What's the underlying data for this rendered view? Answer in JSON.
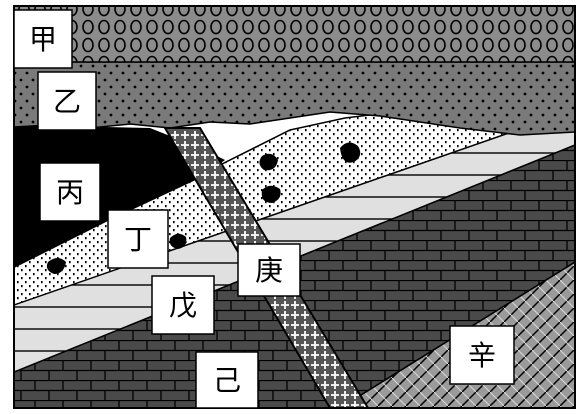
{
  "labels": {
    "jia": "甲",
    "yi": "乙",
    "bing": "丙",
    "ding": "丁",
    "wu": "戊",
    "ji": "己",
    "geng": "庚",
    "xin": "辛"
  },
  "colors": {
    "outline": "#000000",
    "background": "#ffffff",
    "layer_jia": "#8c8c8c",
    "layer_yi": "#7a7a7a",
    "layer_bing": "#000000",
    "layer_wu": "#e0e0e0",
    "layer_ji": "#4a4a4a",
    "layer_xin": "#9a9a9a",
    "intrusion_geng": "#555555"
  }
}
